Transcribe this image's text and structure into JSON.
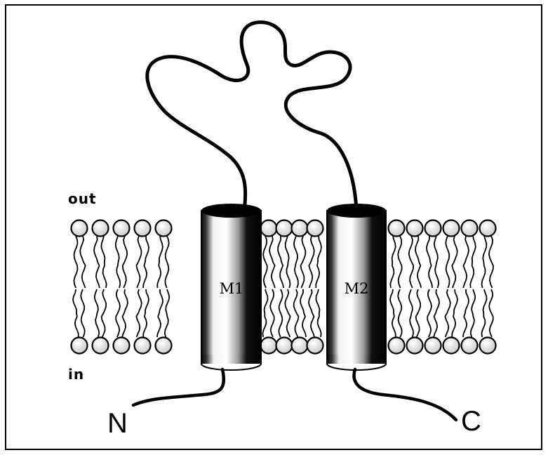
{
  "labels": {
    "outside": "out",
    "inside": "in",
    "n_terminus": "N",
    "c_terminus": "C",
    "helix_1": "M1",
    "helix_2": "M2"
  },
  "colors": {
    "ink": "#000000",
    "paper": "#ffffff",
    "head_fill": "#e9e9e9",
    "helix_light": "#ffffff",
    "helix_dark": "#0a0a0a"
  }
}
